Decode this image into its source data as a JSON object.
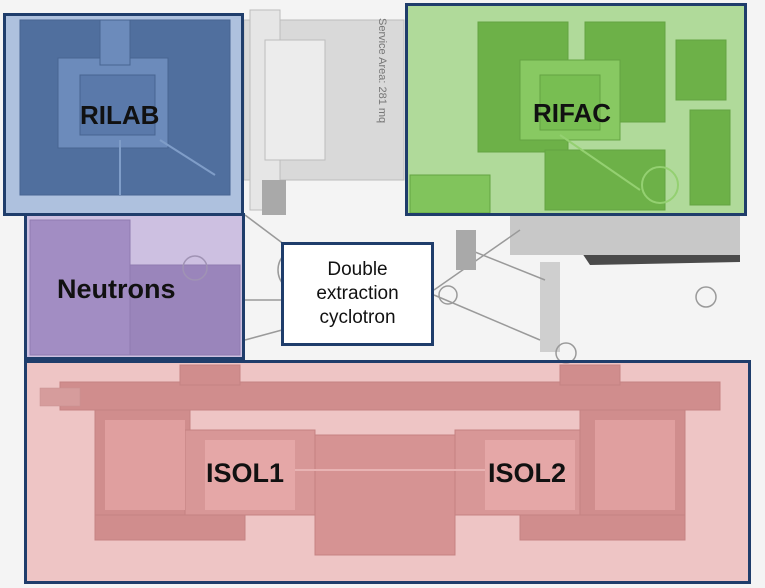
{
  "diagram": {
    "zones": {
      "rilab": {
        "label": "RILAB",
        "color": "#5883c4"
      },
      "rifac": {
        "label": "RIFAC",
        "color": "#78c450"
      },
      "neutrons": {
        "label": "Neutrons",
        "color": "#a58ccd"
      },
      "isol1": {
        "label": "ISOL1",
        "color": "#e89696"
      },
      "isol2": {
        "label": "ISOL2",
        "color": "#e89696"
      }
    },
    "center_box": {
      "lines": [
        "Double",
        "extraction",
        "cyclotron"
      ]
    },
    "plan_annotation": "Service Area: 281 mq",
    "border_color": "#1f3d6b"
  }
}
